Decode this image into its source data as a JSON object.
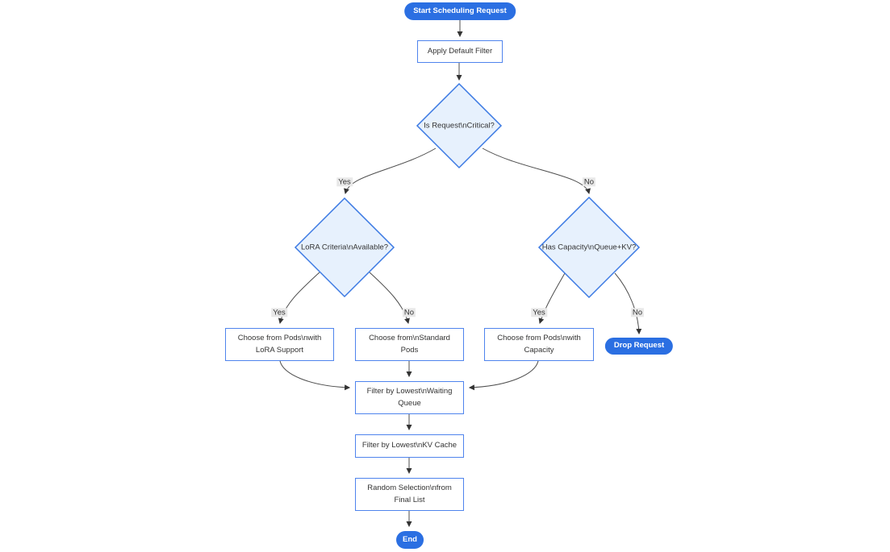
{
  "diagram": {
    "type": "flowchart",
    "nodes": {
      "start": {
        "shape": "stadium",
        "label": "Start Scheduling Request"
      },
      "apply_filter": {
        "shape": "rect",
        "label": "Apply Default Filter"
      },
      "is_critical": {
        "shape": "diamond",
        "label": "Is Request\\nCritical?"
      },
      "lora_criteria": {
        "shape": "diamond",
        "label": "LoRA Criteria\\nAvailable?"
      },
      "has_capacity": {
        "shape": "diamond",
        "label": "Has Capacity\\nQueue+KV?"
      },
      "choose_lora_pods": {
        "shape": "rect",
        "label": "Choose from Pods\\nwith LoRA Support"
      },
      "choose_standard_pods": {
        "shape": "rect",
        "label": "Choose from\\nStandard Pods"
      },
      "choose_capacity_pods": {
        "shape": "rect",
        "label": "Choose from Pods\\nwith Capacity"
      },
      "drop_request": {
        "shape": "stadium",
        "label": "Drop Request"
      },
      "filter_waiting_queue": {
        "shape": "rect",
        "label": "Filter by Lowest\\nWaiting Queue"
      },
      "filter_kv_cache": {
        "shape": "rect",
        "label": "Filter by Lowest\\nKV Cache"
      },
      "random_selection": {
        "shape": "rect",
        "label": "Random Selection\\nfrom Final List"
      },
      "end": {
        "shape": "stadium",
        "label": "End"
      }
    },
    "edge_labels": {
      "is_critical_yes": "Yes",
      "is_critical_no": "No",
      "lora_yes": "Yes",
      "lora_no": "No",
      "capacity_yes": "Yes",
      "capacity_no": "No"
    },
    "colors": {
      "accent_fill": "#2b6fe2",
      "accent_text": "#ffffff",
      "node_fill": "#ffffff",
      "node_border": "#4f84ed",
      "decision_fill": "#e7f1fd",
      "decision_border": "#3b79e3",
      "edge_line": "#4d4d4d",
      "arrowhead": "#333333",
      "edge_label_bg": "#e8e8e8",
      "text": "#333333"
    }
  }
}
